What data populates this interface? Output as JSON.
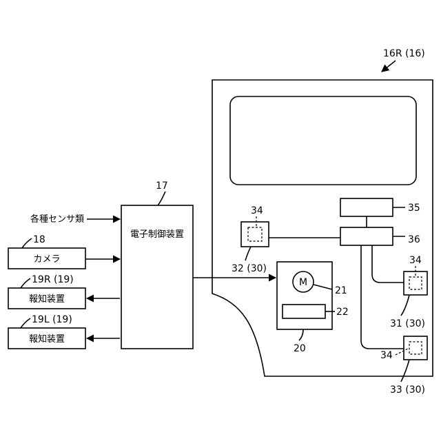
{
  "door": {
    "label": "16R (16)"
  },
  "controller": {
    "number": "17",
    "label": "電子制御装置"
  },
  "sensors": {
    "label": "各種センサ類"
  },
  "camera": {
    "number": "18",
    "label": "カメラ"
  },
  "notifier_right": {
    "number": "19R (19)",
    "label": "報知装置"
  },
  "notifier_left": {
    "number": "19L (19)",
    "label": "報知装置"
  },
  "actuator": {
    "number": "20",
    "motor_symbol": "M",
    "motor_number": "21",
    "part_number": "22"
  },
  "switch_32": {
    "number": "32 (30)",
    "inner_number": "34"
  },
  "switch_31": {
    "number": "31 (30)",
    "inner_number": "34"
  },
  "switch_33": {
    "number": "33 (30)",
    "inner_number": "34"
  },
  "unit_35": {
    "number": "35"
  },
  "unit_36": {
    "number": "36"
  }
}
